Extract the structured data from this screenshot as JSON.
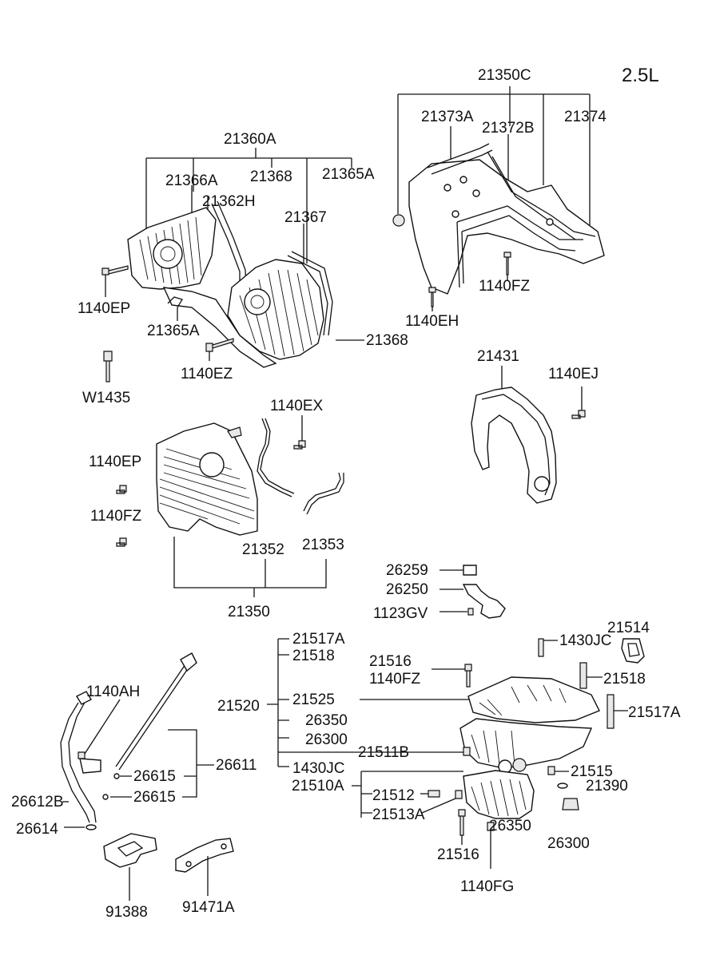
{
  "engine": "2.5L",
  "labels": {
    "l21350C": "21350C",
    "l21373A": "21373A",
    "l21372B": "21372B",
    "l21374": "21374",
    "l1140FZ_a": "1140FZ",
    "l1140EH": "1140EH",
    "l21360A": "21360A",
    "l21366A": "21366A",
    "l21368_a": "21368",
    "l21365A_a": "21365A",
    "l21362H": "21362H",
    "l21367": "21367",
    "l1140EP_a": "1140EP",
    "l21365A_b": "21365A",
    "l21368_b": "21368",
    "l1140EZ": "1140EZ",
    "lW1435": "W1435",
    "l21431": "21431",
    "l1140EJ": "1140EJ",
    "l1140EX": "1140EX",
    "l1140EP_b": "1140EP",
    "l1140FZ_b": "1140FZ",
    "l21352": "21352",
    "l21353": "21353",
    "l21350": "21350",
    "l26259": "26259",
    "l26250": "26250",
    "l1123GV": "1123GV",
    "l21514": "21514",
    "l1430JC_a": "1430JC",
    "l21517A_a": "21517A",
    "l21518_a": "21518",
    "l21516_a": "21516",
    "l1140FZ_c": "1140FZ",
    "l21518_b": "21518",
    "l21520": "21520",
    "l21525": "21525",
    "l21517A_b": "21517A",
    "l26350_a": "26350",
    "l26300_a": "26300",
    "l21511B": "21511B",
    "l1430JC_b": "1430JC",
    "l21515": "21515",
    "l21510A": "21510A",
    "l21390": "21390",
    "l21512": "21512",
    "l21513A": "21513A",
    "l26350_b": "26350",
    "l26300_b": "26300",
    "l21516_b": "21516",
    "l1140FG": "1140FG",
    "l1140AH": "1140AH",
    "l26611": "26611",
    "l26615_a": "26615",
    "l26615_b": "26615",
    "l26612B": "26612B",
    "l26614": "26614",
    "l91388": "91388",
    "l91471A": "91471A"
  }
}
